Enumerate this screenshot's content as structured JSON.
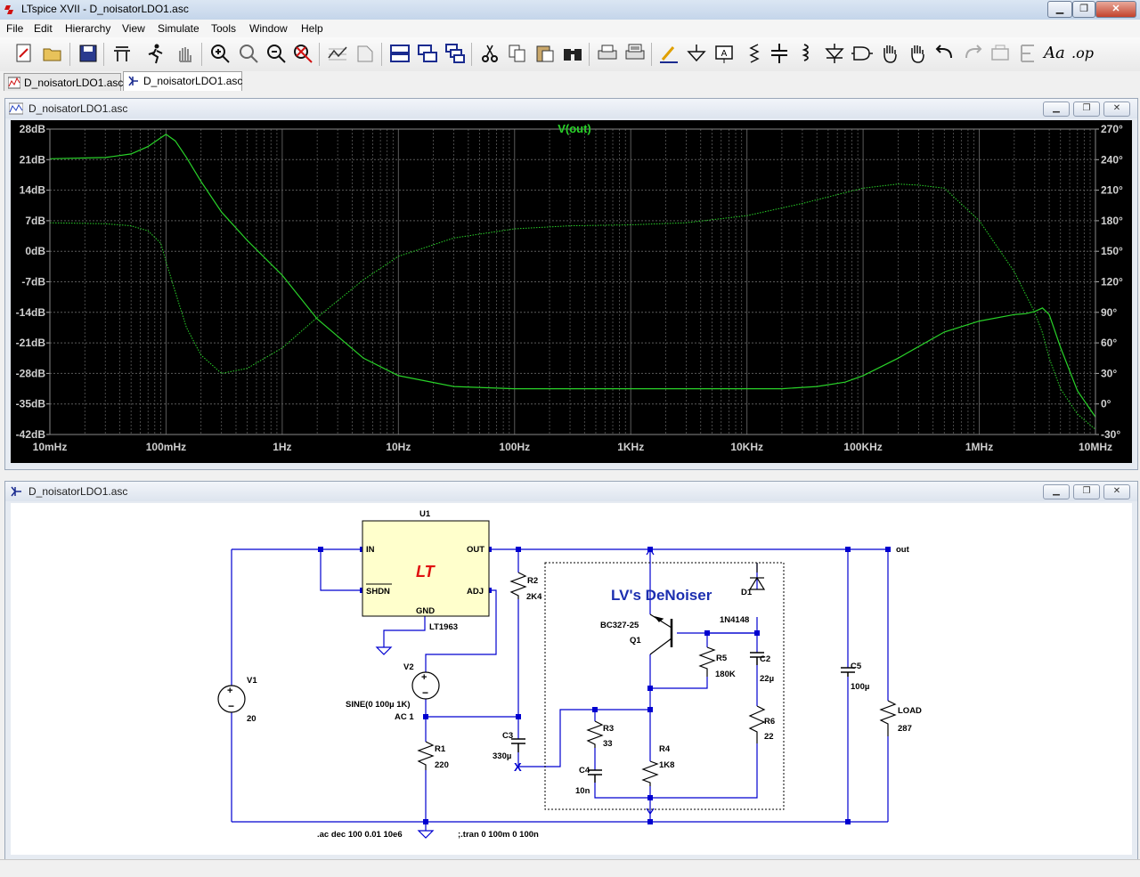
{
  "window": {
    "title": "LTspice XVII - D_noisatorLDO1.asc",
    "minimize": "▁",
    "maximize": "❐",
    "close": "✕"
  },
  "menu": [
    "File",
    "Edit",
    "Hierarchy",
    "View",
    "Simulate",
    "Tools",
    "Window",
    "Help"
  ],
  "toolbar": {
    "icons": [
      "new-schematic",
      "open",
      "save",
      "control-panel",
      "run",
      "halt",
      "zoom-in",
      "zoom-pan",
      "zoom-out",
      "zoom-fit",
      "autorange",
      "zoom-back",
      "tile-horizontal",
      "tile-vertical",
      "cascade",
      "cut",
      "copy",
      "paste",
      "find",
      "print",
      "print-setup",
      "draw-wire",
      "ground",
      "label-net",
      "resistor",
      "capacitor",
      "inductor",
      "diode",
      "component",
      "move",
      "drag",
      "undo",
      "redo",
      "rotate",
      "mirror",
      "text",
      "spice-directive"
    ],
    "text_aa": "Aa",
    "text_op": ".op"
  },
  "tabs": [
    {
      "label": "D_noisatorLDO1.asc",
      "icon": "waveform-icon",
      "active": false
    },
    {
      "label": "D_noisatorLDO1.asc",
      "icon": "schematic-icon",
      "active": true
    }
  ],
  "plot_window": {
    "title": "D_noisatorLDO1.asc",
    "trace_label": "V(out)",
    "trace_color": "#29d229"
  },
  "chart_data": {
    "type": "line",
    "title": "V(out)",
    "x_scale": "log",
    "xlim": [
      0.01,
      10000000
    ],
    "x_ticks": [
      "10mHz",
      "100mHz",
      "1Hz",
      "10Hz",
      "100Hz",
      "1KHz",
      "10KHz",
      "100KHz",
      "1MHz",
      "10MHz"
    ],
    "ylim_left": [
      -42,
      28
    ],
    "y_ticks_left": [
      "28dB",
      "21dB",
      "14dB",
      "7dB",
      "0dB",
      "-7dB",
      "-14dB",
      "-21dB",
      "-28dB",
      "-35dB",
      "-42dB"
    ],
    "ylim_right": [
      -30,
      270
    ],
    "y_ticks_right": [
      "270°",
      "240°",
      "210°",
      "180°",
      "150°",
      "120°",
      "90°",
      "60°",
      "30°",
      "0°",
      "-30°"
    ],
    "grid": true,
    "series": [
      {
        "name": "V(out) magnitude",
        "unit": "dB",
        "style": "solid",
        "x": [
          0.01,
          0.03,
          0.05,
          0.07,
          0.09,
          0.1,
          0.12,
          0.15,
          0.2,
          0.3,
          0.5,
          1,
          2,
          5,
          10,
          30,
          100,
          300,
          1000,
          3000,
          10000,
          20000,
          40000,
          70000,
          100000,
          200000,
          500000,
          1000000,
          2000000,
          2500000,
          3000000,
          3500000,
          4000000,
          5000000,
          7000000,
          10000000
        ],
        "y": [
          21.2,
          21.5,
          22.3,
          24.0,
          26.0,
          26.8,
          25.3,
          21.5,
          16.0,
          9.0,
          2.5,
          -5.5,
          -15.5,
          -24.5,
          -28.5,
          -31.0,
          -31.5,
          -31.5,
          -31.5,
          -31.5,
          -31.5,
          -31.5,
          -31.0,
          -30.0,
          -28.5,
          -24.5,
          -18.5,
          -16.0,
          -14.5,
          -14.3,
          -13.8,
          -13.0,
          -14.5,
          -22.0,
          -32.0,
          -38.0
        ]
      },
      {
        "name": "V(out) phase",
        "unit": "deg",
        "style": "dotted",
        "x": [
          0.01,
          0.03,
          0.05,
          0.07,
          0.09,
          0.1,
          0.12,
          0.15,
          0.2,
          0.3,
          0.5,
          1,
          2,
          5,
          10,
          30,
          100,
          300,
          1000,
          3000,
          10000,
          30000,
          100000,
          200000,
          300000,
          500000,
          1000000,
          2000000,
          3000000,
          3500000,
          4000000,
          5000000,
          7000000,
          10000000
        ],
        "y": [
          178,
          177,
          175,
          170,
          158,
          140,
          110,
          75,
          48,
          30,
          35,
          55,
          85,
          122,
          145,
          163,
          172,
          175,
          176,
          178,
          185,
          197,
          212,
          216,
          215,
          212,
          180,
          130,
          90,
          70,
          45,
          15,
          -10,
          -25
        ]
      }
    ]
  },
  "schematic_window": {
    "title": "D_noisatorLDO1.asc"
  },
  "schematic": {
    "ic_name": "U1",
    "ic_part": "LT1963",
    "ic_logo": "LT",
    "pin_in": "IN",
    "pin_out": "OUT",
    "pin_shdn": "SHDN",
    "pin_adj": "ADJ",
    "pin_gnd": "GND",
    "net_out": "out",
    "v1_name": "V1",
    "v1_value": "20",
    "v2_name": "V2",
    "v2_value1": "SINE(0 100µ 1K)",
    "v2_value2": "AC 1",
    "r1_name": "R1",
    "r1_value": "220",
    "r2_name": "R2",
    "r2_value": "2K4",
    "r3_name": "R3",
    "r3_value": "33",
    "r4_name": "R4",
    "r4_value": "1K8",
    "r5_name": "R5",
    "r5_value": "180K",
    "r6_name": "R6",
    "r6_value": "22",
    "c2_name": "C2",
    "c2_value": "22µ",
    "c3_name": "C3",
    "c3_value": "330µ",
    "c4_name": "C4",
    "c4_value": "10n",
    "c5_name": "C5",
    "c5_value": "100µ",
    "d1_name": "D1",
    "d1_value": "1N4148",
    "q1_name": "Q1",
    "q1_value": "BC327-25",
    "load_name": "LOAD",
    "load_value": "287",
    "denoiser_title": "LV's DeNoiser",
    "directive_ac": ".ac dec 100 0.01 10e6",
    "directive_tran": ";.tran 0 100m 0 100n"
  },
  "colors": {
    "wire": "#0000d0",
    "component": "#000000",
    "ic_fill": "#ffffcc",
    "logo_red": "#e01010",
    "plot_bg": "#000000",
    "grid": "#5a5a5a"
  }
}
